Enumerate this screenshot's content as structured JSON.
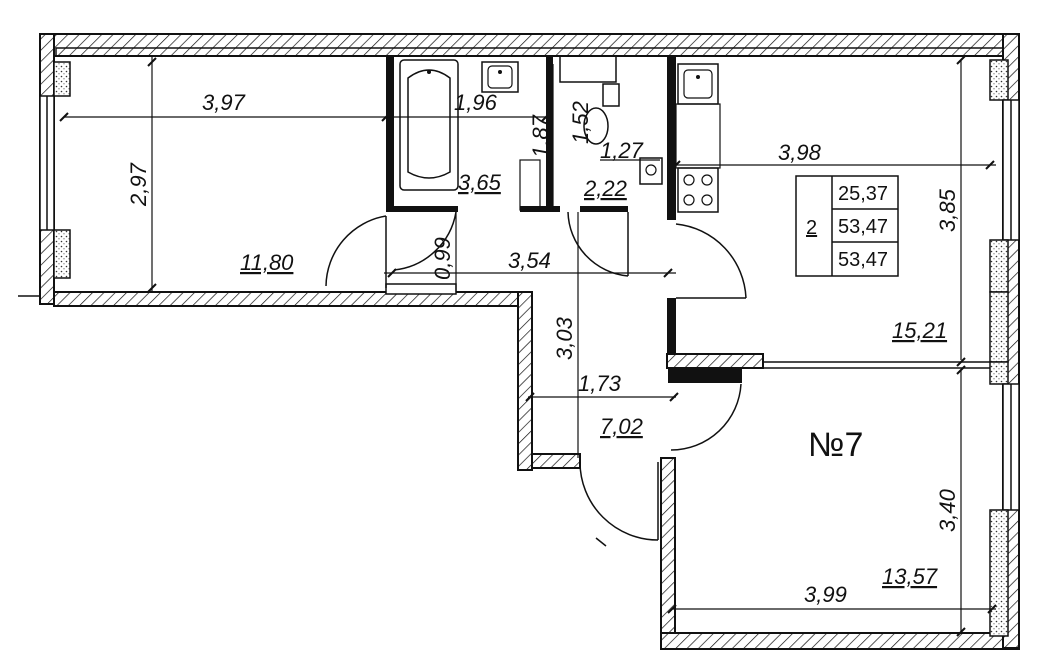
{
  "apartment": {
    "number_label": "№7",
    "rooms": "2"
  },
  "area_table": [
    "25,37",
    "53,47",
    "53,47"
  ],
  "room_areas": {
    "living_room": "11,80",
    "bathroom": "3,65",
    "toilet": "2,22",
    "kitchen_living": "15,21",
    "hallway": "7,02",
    "bedroom": "13,57"
  },
  "dimensions": {
    "living_width": "3,97",
    "living_depth": "2,97",
    "bath_width": "1,96",
    "bath_depth": "1,87",
    "toilet_depth": "1,52",
    "toilet_width": "1,27",
    "kitchen_width": "3,98",
    "kitchen_depth": "3,85",
    "corridor_width": "0,99",
    "corridor_length": "3,54",
    "hall_depth": "3,03",
    "hall_width": "1,73",
    "bedroom_depth": "3,40",
    "bedroom_width": "3,99"
  }
}
